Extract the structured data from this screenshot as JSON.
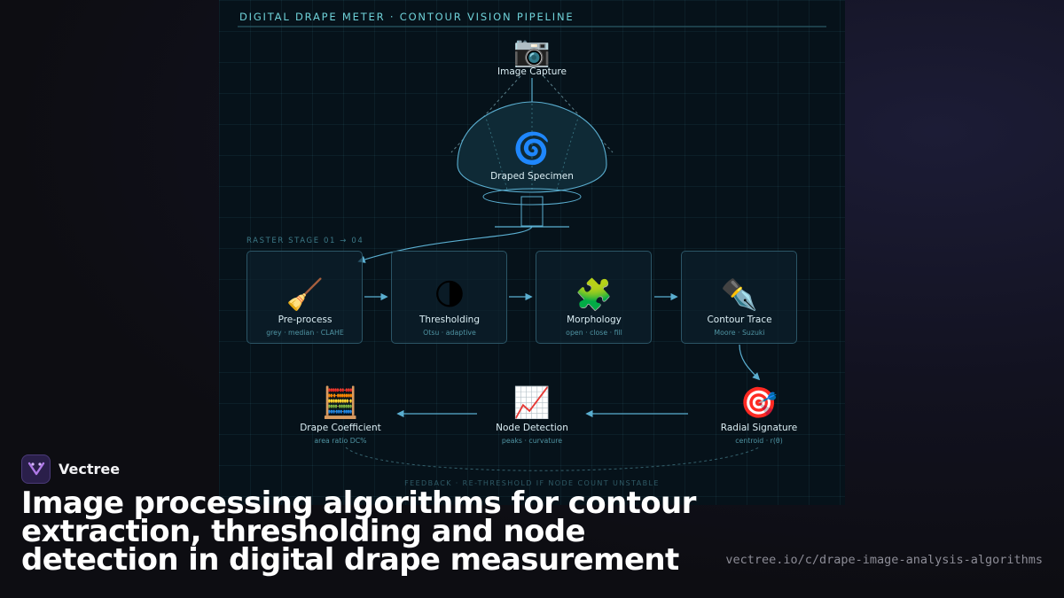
{
  "panel": {
    "title": "DIGITAL DRAPE METER · CONTOUR VISION PIPELINE",
    "stage_label": "RASTER STAGE 01 → 04",
    "feedback_label": "FEEDBACK · RE-THRESHOLD IF NODE COUNT UNSTABLE"
  },
  "capture": {
    "icon": "📷",
    "icon_name": "camera-icon",
    "label": "Image Capture"
  },
  "specimen": {
    "icon": "🌀",
    "icon_name": "spiral-icon",
    "label": "Draped Specimen"
  },
  "stages": [
    {
      "icon": "🧹",
      "icon_name": "broom-icon",
      "label": "Pre-process",
      "sub": "grey · median · CLAHE"
    },
    {
      "icon": "🌗",
      "icon_name": "half-moon-icon",
      "label": "Thresholding",
      "sub": "Otsu · adaptive"
    },
    {
      "icon": "🧩",
      "icon_name": "puzzle-icon",
      "label": "Morphology",
      "sub": "open · close · fill"
    },
    {
      "icon": "✒️",
      "icon_name": "pen-nib-icon",
      "label": "Contour Trace",
      "sub": "Moore · Suzuki"
    }
  ],
  "outputs": [
    {
      "icon": "🧮",
      "icon_name": "abacus-icon",
      "label": "Drape Coefficient",
      "sub": "area ratio DC%"
    },
    {
      "icon": "📈",
      "icon_name": "chart-up-icon",
      "label": "Node Detection",
      "sub": "peaks · curvature"
    },
    {
      "icon": "🎯",
      "icon_name": "target-icon",
      "label": "Radial Signature",
      "sub": "centroid · r(θ)"
    }
  ],
  "brand": {
    "name": "Vectree"
  },
  "headline": "Image processing algorithms for contour extraction, thresholding and node detection in digital drape measurement",
  "url": "vectree.io/c/drape-image-analysis-algorithms",
  "colors": {
    "accent": "#6fd1d8",
    "arrow": "#5aaed0",
    "panel": "#06121a"
  }
}
